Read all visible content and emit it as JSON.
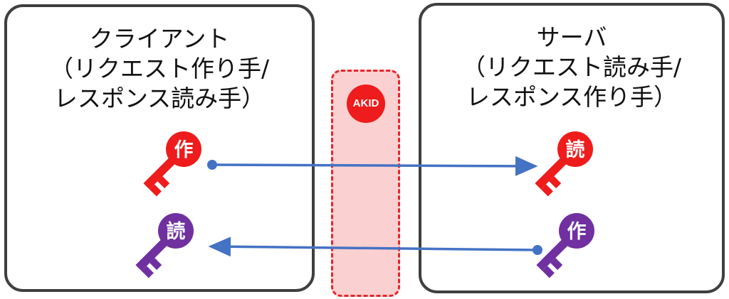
{
  "client": {
    "lines": [
      "クライアント",
      "（リクエスト作り手/",
      "レスポンス読み手）"
    ]
  },
  "server": {
    "lines": [
      "サーバ",
      "（リクエスト読み手/",
      "レスポンス作り手）"
    ]
  },
  "akid": {
    "label": "AKID"
  },
  "keys": {
    "client_write": "作",
    "client_read": "読",
    "server_read": "読",
    "server_write": "作"
  },
  "colors": {
    "red_key": "#ee1c1c",
    "purple_key": "#7030a0",
    "arrow": "#4472c4",
    "box_border": "#3f3f3f",
    "akid_fill": "#fbd0d0",
    "akid_border": "#e5262b"
  }
}
